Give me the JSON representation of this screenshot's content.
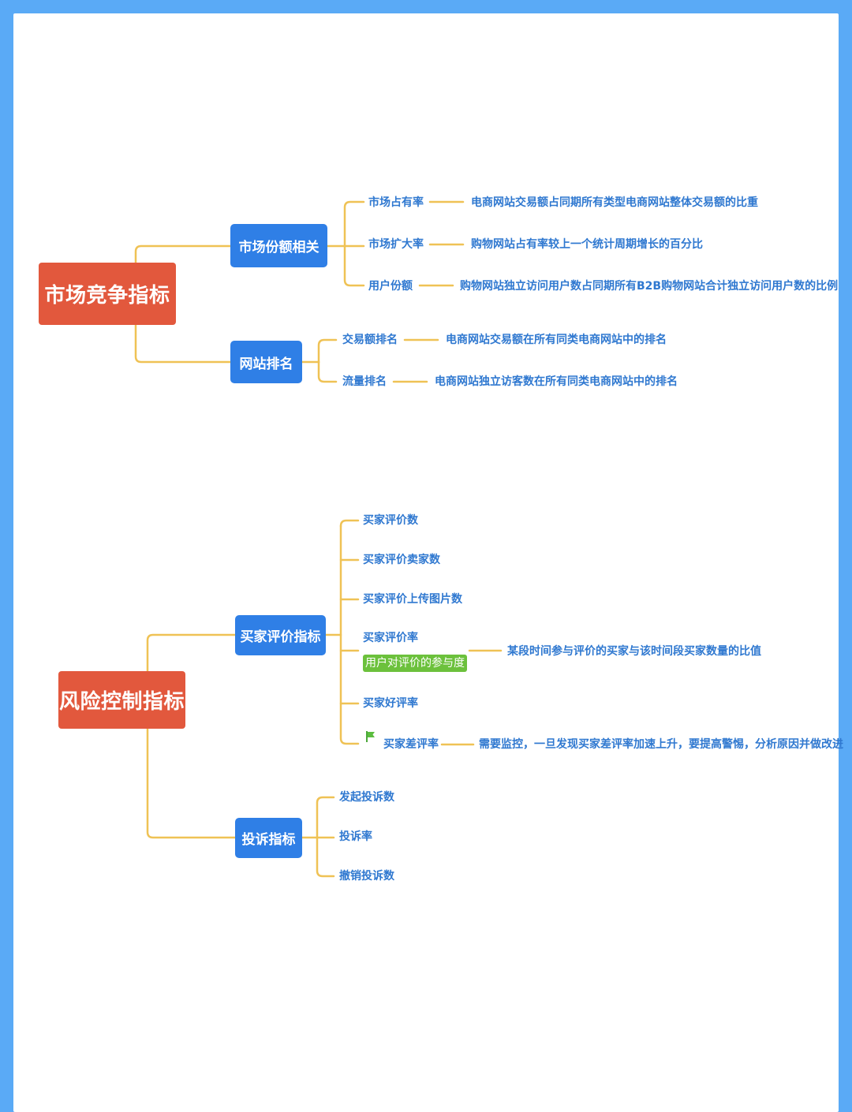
{
  "sections": [
    {
      "title": "市场竞争指标",
      "groups": [
        {
          "title": "市场份额相关",
          "items": [
            {
              "label": "市场占有率",
              "desc": "电商网站交易额占同期所有类型电商网站整体交易额的比重"
            },
            {
              "label": "市场扩大率",
              "desc": "购物网站占有率较上一个统计周期增长的百分比"
            },
            {
              "label": "用户份额",
              "desc": "购物网站独立访问用户数占同期所有B2B购物网站合计独立访问用户数的比例"
            }
          ]
        },
        {
          "title": "网站排名",
          "items": [
            {
              "label": "交易额排名",
              "desc": "电商网站交易额在所有同类电商网站中的排名"
            },
            {
              "label": "流量排名",
              "desc": "电商网站独立访客数在所有同类电商网站中的排名"
            }
          ]
        }
      ]
    },
    {
      "title": "风险控制指标",
      "groups": [
        {
          "title": "买家评价指标",
          "items": [
            {
              "label": "买家评价数"
            },
            {
              "label": "买家评价卖家数"
            },
            {
              "label": "买家评价上传图片数"
            },
            {
              "label": "买家评价率",
              "tag": "用户对评价的参与度",
              "desc": "某段时间参与评价的买家与该时间段买家数量的比值"
            },
            {
              "label": "买家好评率"
            },
            {
              "label": "买家差评率",
              "icon": "flag-icon",
              "desc": "需要监控，一旦发现买家差评率加速上升，要提高警惕，分析原因并做改进"
            }
          ]
        },
        {
          "title": "投诉指标",
          "items": [
            {
              "label": "发起投诉数"
            },
            {
              "label": "投诉率"
            },
            {
              "label": "撤销投诉数"
            }
          ]
        }
      ]
    }
  ],
  "colors": {
    "root": "#e2583d",
    "branch": "#2f7fe6",
    "connector": "#efc255",
    "text": "#2f78d0",
    "tag": "#6cc13c",
    "frame": "#5aaaf6"
  }
}
